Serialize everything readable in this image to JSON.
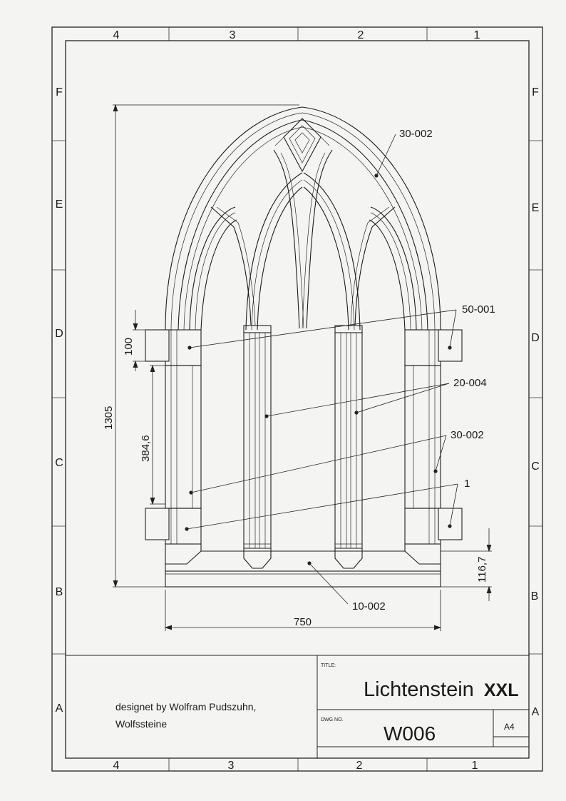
{
  "zones": {
    "columns": [
      "4",
      "3",
      "2",
      "1"
    ],
    "rows": [
      "F",
      "E",
      "D",
      "C",
      "B",
      "A"
    ]
  },
  "dimensions": {
    "overall_height": "1305",
    "band_height": "100",
    "pillar_segment": "384,6",
    "base_height": "116,7",
    "overall_width": "750"
  },
  "callouts": {
    "arch_top": "30-002",
    "bands": "50-001",
    "mullions": "20-004",
    "jambs": "30-002",
    "lower": "1",
    "base": "10-002"
  },
  "title_block": {
    "credit_line1": "designet by Wolfram Pudszuhn,",
    "credit_line2": "Wolfssteine",
    "title_label": "TITLE:",
    "title_main": "Lichtenstein",
    "title_suffix": "XXL",
    "dwg_label": "DWG NO.",
    "dwg_no": "W006",
    "sheet_size": "A4"
  }
}
